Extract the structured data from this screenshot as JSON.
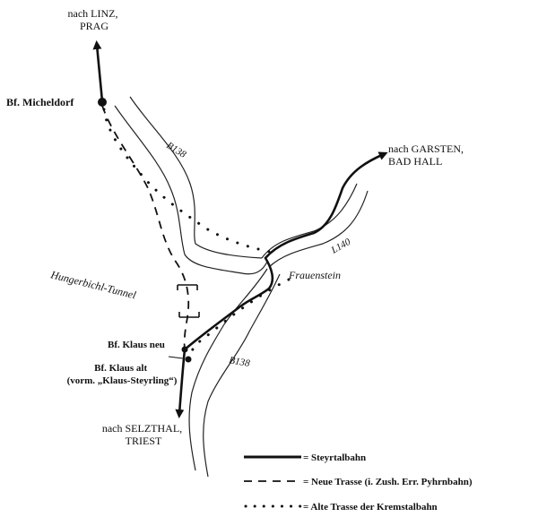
{
  "labels": {
    "linz": [
      "nach LINZ,",
      "PRAG"
    ],
    "garsten": [
      "nach GARSTEN,",
      "BAD HALL"
    ],
    "selzthal": [
      "nach SELZTHAL,",
      "TRIEST"
    ],
    "micheldorf": "Bf. Micheldorf",
    "klaus_neu": "Bf. Klaus neu",
    "klaus_alt": [
      "Bf. Klaus alt",
      "(vorm. „Klaus-Steyrling“)"
    ],
    "frauenstein": "Frauenstein",
    "tunnel": "Hungerbichl-Tunnel",
    "road_b138_north": "B138",
    "road_b138_south": "B138",
    "road_l140": "L140"
  },
  "legend": [
    {
      "style": "solid",
      "text": "= Steyrtalbahn"
    },
    {
      "style": "dashed",
      "text": "= Neue Trasse (i. Zush. Err. Pyhrnbahn)"
    },
    {
      "style": "dotted",
      "text": "= Alte Trasse der Kremstalbahn"
    }
  ],
  "colors": {
    "ink": "#111111",
    "paper": "#ffffff"
  }
}
